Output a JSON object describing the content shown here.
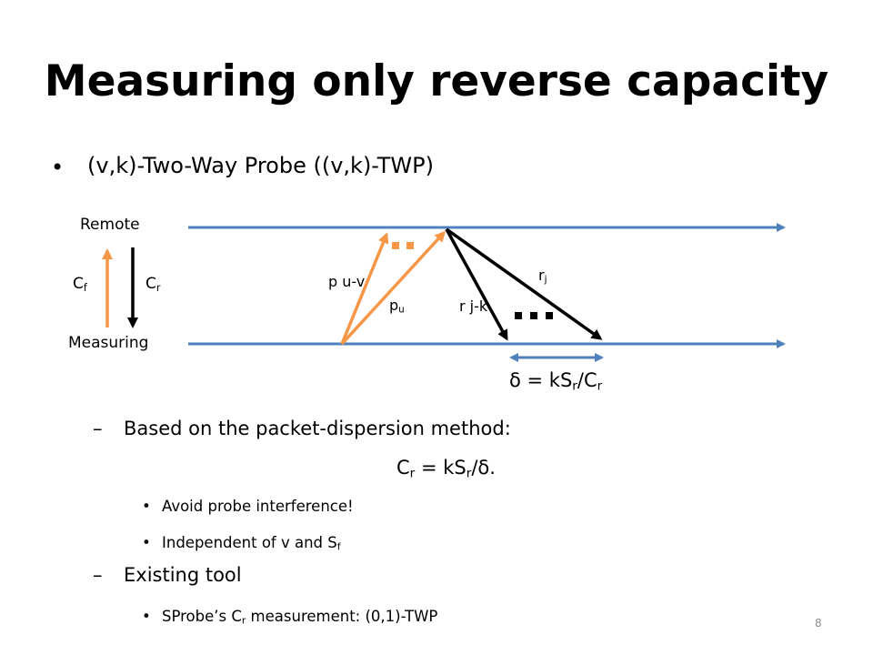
{
  "slide": {
    "title": "Measuring only reverse capacity",
    "bullet_main": "(v,k)-Two-Way Probe ((v,k)-TWP)",
    "sub1": "Based on the packet-dispersion method:",
    "formula": {
      "lhs": "C",
      "lhs_sub": "r",
      "mid": " = kS",
      "mid_sub": "r",
      "end": "/δ."
    },
    "sub1_items": [
      {
        "text": "Avoid probe interference!"
      },
      {
        "text": "Independent  of v and S",
        "sub": "f"
      }
    ],
    "sub2": "Existing tool",
    "sub2_items": [
      {
        "pre": "SProbe’s C",
        "sub": "r",
        "post": " measurement:  (0,1)-TWP"
      }
    ],
    "page_number": "8"
  },
  "diagram": {
    "remote_label": "Remote",
    "measuring_label": "Measuring",
    "cf_label": {
      "main": "C",
      "sub": "f"
    },
    "cr_label": {
      "main": "C",
      "sub": "r"
    },
    "p_uv_label": "p u-v",
    "p_u_label": {
      "main": "p",
      "sub": "u"
    },
    "r_j_label": {
      "main": "r",
      "sub": "j"
    },
    "r_jk_label": "r j-k",
    "delta_eq": {
      "a": "δ = kS",
      "a_sub": "r",
      "b": "/C",
      "b_sub": "r"
    },
    "colors": {
      "line": "#4f81bd",
      "orange": "#f79646",
      "black": "#000000"
    }
  }
}
